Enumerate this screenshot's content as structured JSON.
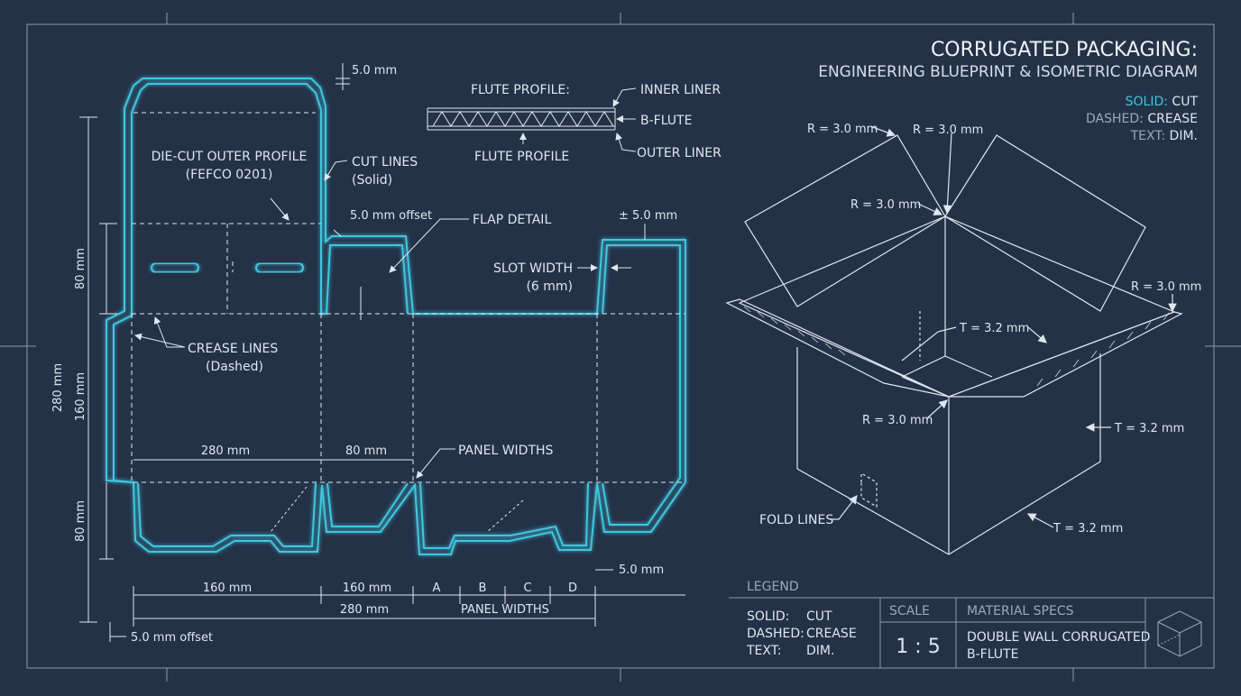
{
  "header": {
    "title": "CORRUGATED PACKAGING:",
    "subtitle": "ENGINEERING BLUEPRINT & ISOMETRIC DIAGRAM"
  },
  "key": [
    {
      "term": "SOLID:",
      "value": "CUT"
    },
    {
      "term": "DASHED:",
      "value": "CREASE"
    },
    {
      "term": "TEXT:",
      "value": "DIM."
    }
  ],
  "flute": {
    "title": "FLUTE PROFILE:",
    "caption": "FLUTE PROFILE",
    "inner": "INNER LINER",
    "flute": "B-FLUTE",
    "outer": "OUTER LINER"
  },
  "dieline": {
    "name_line1": "DIE-CUT OUTER PROFILE",
    "name_line2": "(FEFCO 0201)",
    "cut_line1": "CUT LINES",
    "cut_line2": "(Solid)",
    "crease_line1": "CREASE LINES",
    "crease_line2": "(Dashed)",
    "flap_detail": "FLAP DETAIL",
    "slot_line1": "SLOT WIDTH",
    "slot_line2": "(6 mm)",
    "panel_widths": "PANEL WIDTHS",
    "dim_top": "5.0 mm",
    "dim_offset_top": "5.0 mm offset",
    "dim_tol": "± 5.0 mm",
    "dim_panel_280": "280 mm",
    "dim_panel_80": "80 mm",
    "dim_bottom_right": "5.0 mm",
    "dim_offset_bottom": "5.0 mm offset",
    "vert_80a": "80 mm",
    "vert_160": "160 mm",
    "vert_80b": "80 mm",
    "vert_280": "280 mm",
    "bottom_row1": [
      "160 mm",
      "160 mm",
      "A",
      "B",
      "C",
      "D"
    ],
    "bottom_row2": [
      "280 mm",
      "PANEL WIDTHS"
    ]
  },
  "isometric": {
    "r_top_left": "R = 3.0 mm",
    "r_top_right": "R = 3.0 mm",
    "r_mid": "R = 3.0 mm",
    "r_right": "R = 3.0 mm",
    "t_inner": "T = 3.2 mm",
    "r_lower": "R = 3.0 mm",
    "t_right": "T = 3.2 mm",
    "t_bottom": "T = 3.2 mm",
    "fold_lines": "FOLD LINES"
  },
  "title_block": {
    "legend_header": "LEGEND",
    "legend_rows": [
      {
        "term": "SOLID:",
        "value": "CUT"
      },
      {
        "term": "DASHED:",
        "value": "CREASE"
      },
      {
        "term": "TEXT:",
        "value": "DIM."
      }
    ],
    "scale_header": "SCALE",
    "scale_value": "1 : 5",
    "material_header": "MATERIAL SPECS",
    "material_line1": "DOUBLE WALL CORRUGATED",
    "material_line2": "B-FLUTE"
  },
  "colors": {
    "background": "#243247",
    "cut_line": "#3fc6e0",
    "line": "#dfe6ee",
    "accent_text": "#3fc6e0"
  }
}
